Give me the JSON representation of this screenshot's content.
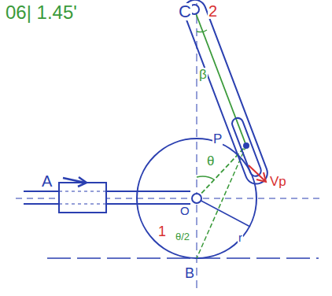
{
  "diagram": {
    "labels": [
      "06| 1.45'",
      "C",
      "2",
      "β",
      "P",
      "θ",
      "Vp",
      "A",
      "O",
      "1",
      "θ/2",
      "r",
      "B"
    ]
  }
}
